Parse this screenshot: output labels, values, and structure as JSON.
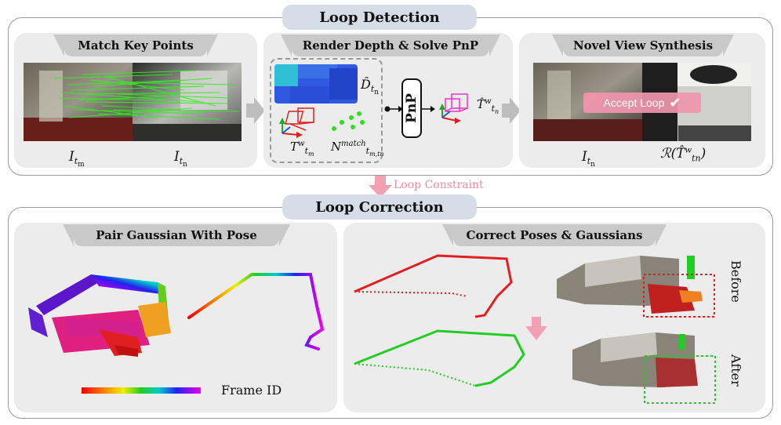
{
  "detection": {
    "title": "Loop Detection",
    "match": {
      "title": "Match Key Points",
      "left_label_main": "I",
      "left_label_sub": "t",
      "left_label_subsub": "m",
      "right_label_main": "I",
      "right_label_sub": "t",
      "right_label_subsub": "n"
    },
    "render": {
      "title": "Render Depth & Solve PnP",
      "depth_label": "D̂",
      "depth_sub": "t",
      "depth_subsub": "n",
      "pose_label": "T",
      "pose_sup": "w",
      "pose_sub": "t",
      "pose_subsub": "m",
      "match_label": "N",
      "match_sup": "match",
      "match_sub": "t",
      "match_subsub": "m,tn",
      "pnp": "PnP",
      "est_label": "T̂",
      "est_sup": "w",
      "est_sub": "t",
      "est_subsub": "n"
    },
    "nvs": {
      "title": "Novel View Synthesis",
      "accept": "Accept Loop",
      "left_label_main": "I",
      "left_label_sub": "t",
      "left_label_subsub": "n",
      "right_label": "ℛ(T̂",
      "right_sup": "w",
      "right_sub": "tn",
      "right_close": ")"
    }
  },
  "constraint": "Loop Constraint",
  "correction": {
    "title": "Loop Correction",
    "pair": {
      "title": "Pair Gaussian With Pose",
      "legend": "Frame ID"
    },
    "correct": {
      "title": "Correct Poses & Gaussians",
      "before": "Before",
      "after": "After"
    }
  },
  "colors": {
    "pink": "#f4a0b4",
    "red": "#e02020",
    "green": "#22cc22",
    "pill": "#d5dde6",
    "panel": "#ececec",
    "tab": "#c9c9c9"
  }
}
